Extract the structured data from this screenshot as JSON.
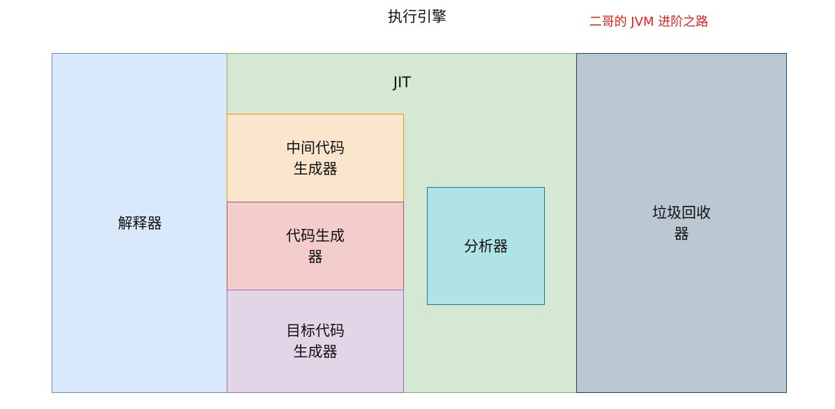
{
  "title": "执行引擎",
  "watermark": "二哥的 JVM 进阶之路",
  "blocks": {
    "interpreter": "解释器",
    "jit": "JIT",
    "ir_generator": "中间代码\n生成器",
    "code_generator": "代码生成\n器",
    "target_generator": "目标代码\n生成器",
    "analyzer": "分析器",
    "gc": "垃圾回收\n器"
  },
  "colors": {
    "interpreter_fill": "#dae8fc",
    "jit_fill": "#d5e8d4",
    "gc_fill": "#bac8d3",
    "ir_fill": "#fae6cc",
    "code_fill": "#f3cccc",
    "target_fill": "#e1d5e7",
    "analyzer_fill": "#b0e3e6",
    "watermark_text": "#e0201d"
  }
}
